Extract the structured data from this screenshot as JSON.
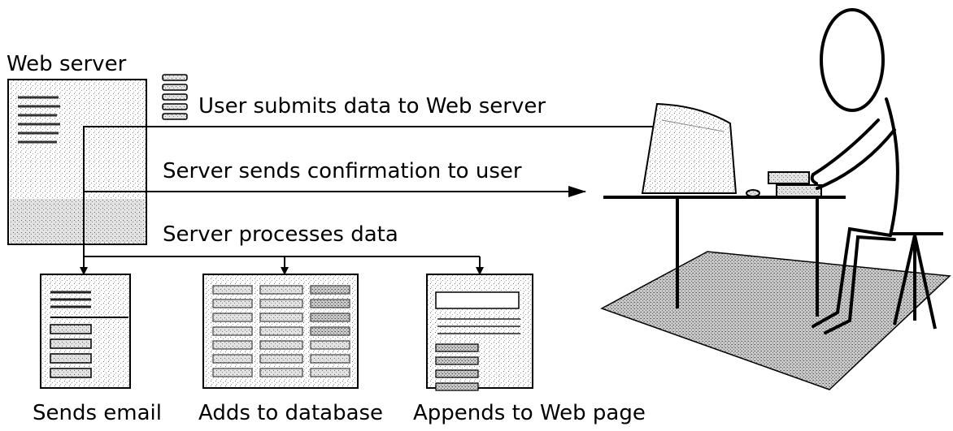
{
  "server": {
    "title": "Web server"
  },
  "flows": {
    "submit": "User submits data to Web server",
    "confirm": "Server sends confirmation to user",
    "process": "Server processes data"
  },
  "outputs": [
    {
      "label": "Sends email"
    },
    {
      "label": "Adds to database"
    },
    {
      "label": "Appends to Web page"
    }
  ]
}
